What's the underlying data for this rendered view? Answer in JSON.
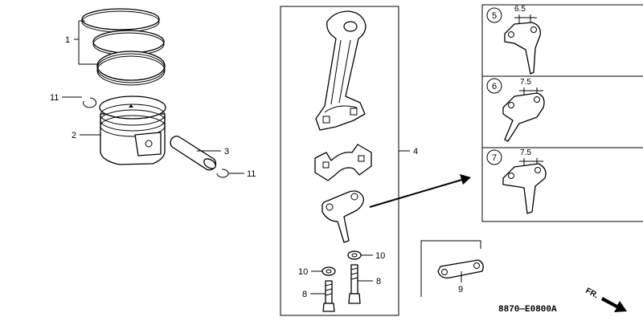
{
  "callouts": {
    "c1": "1",
    "c2": "2",
    "c3": "3",
    "c4": "4",
    "c8a": "8",
    "c8b": "8",
    "c9": "9",
    "c10a": "10",
    "c10b": "10",
    "c11a": "11",
    "c11b": "11"
  },
  "variants": [
    {
      "num": "5",
      "dim": "6.5"
    },
    {
      "num": "6",
      "dim": "7.5"
    },
    {
      "num": "7",
      "dim": "7.5"
    }
  ],
  "diagram_code": "8870—E0800A",
  "direction_label": "FR."
}
